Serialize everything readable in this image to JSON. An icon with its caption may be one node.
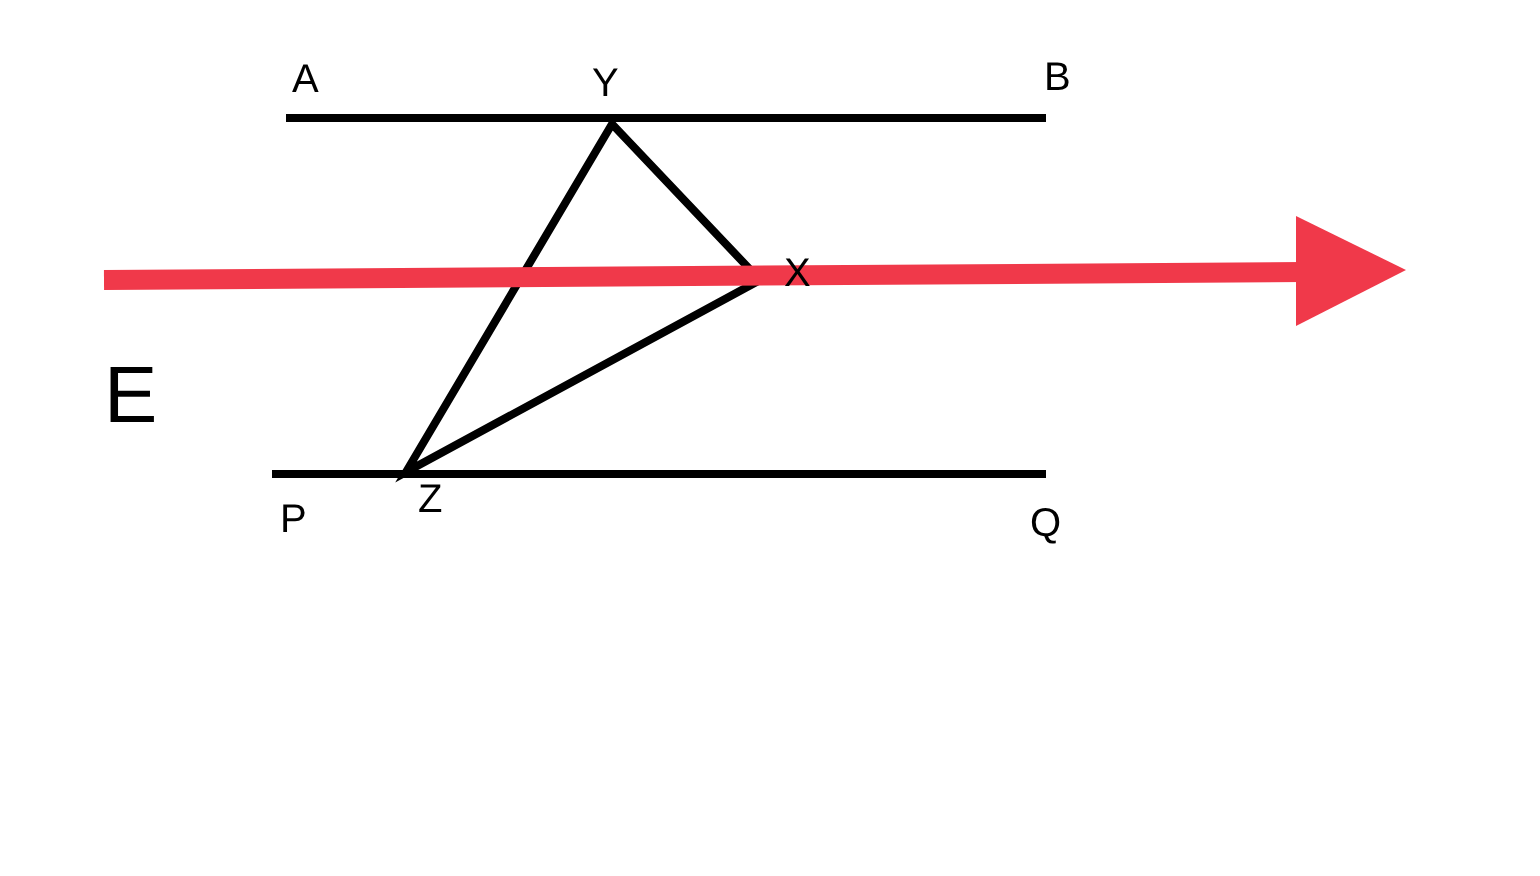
{
  "diagram": {
    "labels": [
      "A",
      "Y",
      "B",
      "X",
      "E",
      "P",
      "Z",
      "Q"
    ]
  }
}
